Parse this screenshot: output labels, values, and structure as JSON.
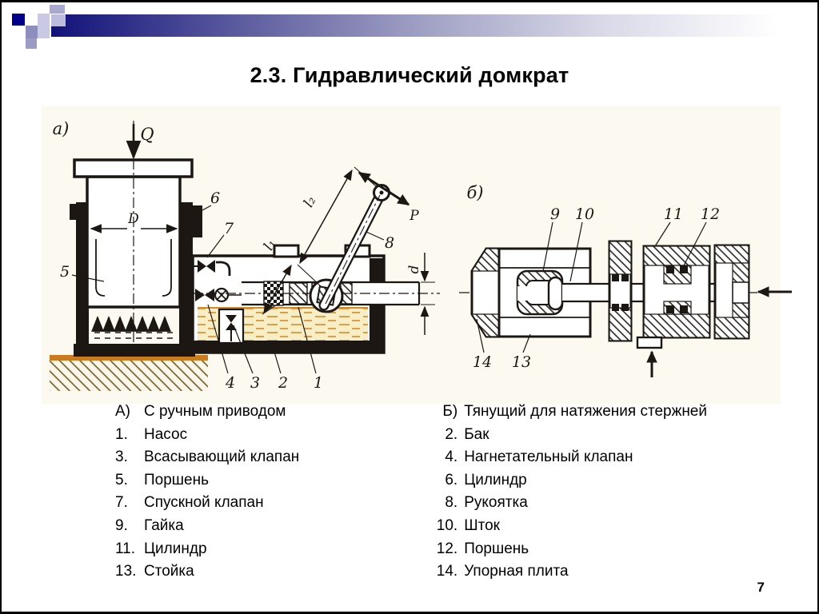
{
  "theme": {
    "accent_navy": "#12127a",
    "square_navy": "#00008b",
    "lavender_light": "#c9c9e3",
    "lavender_mid": "#a9a9cf",
    "lavender_dark": "#8d8dbf",
    "ink": "#1c1712",
    "paper_cream": "#fcf9f1",
    "fluid_yellow": "#f7eec6",
    "fluid_dash_orange": "#d58a2a",
    "ground_orange": "#c97b1e"
  },
  "slide": {
    "title": "2.3. Гидравлический домкрат",
    "page_number": "7"
  },
  "figure": {
    "panel_a": {
      "label": "а)",
      "load_label": "Q",
      "diameter_label": "D",
      "lever_short_label": "l₁",
      "lever_long_label": "l₂",
      "hand_force_label": "P",
      "rod_diameter_label": "d",
      "callouts": [
        "1",
        "2",
        "3",
        "4",
        "5",
        "6",
        "7",
        "8"
      ]
    },
    "panel_b": {
      "label": "б)",
      "callouts": [
        "9",
        "10",
        "11",
        "12",
        "13",
        "14"
      ]
    }
  },
  "legend": {
    "left": [
      {
        "num": "А)",
        "name": "С ручным приводом"
      },
      {
        "num": "1.",
        "name": "Насос"
      },
      {
        "num": "3.",
        "name": "Всасывающий клапан"
      },
      {
        "num": "5.",
        "name": "Поршень"
      },
      {
        "num": "7.",
        "name": "Спускной клапан"
      },
      {
        "num": "9.",
        "name": "Гайка"
      },
      {
        "num": "11.",
        "name": "Цилиндр"
      },
      {
        "num": "13.",
        "name": "Стойка"
      }
    ],
    "right": [
      {
        "num": "Б)",
        "name": "Тянущий для натяжения стержней"
      },
      {
        "num": "2.",
        "name": "Бак"
      },
      {
        "num": "4.",
        "name": "Нагнетательный клапан"
      },
      {
        "num": "6.",
        "name": "Цилиндр"
      },
      {
        "num": "8.",
        "name": "Рукоятка"
      },
      {
        "num": "10.",
        "name": "Шток"
      },
      {
        "num": "12.",
        "name": "Поршень"
      },
      {
        "num": "14.",
        "name": "Упорная плита"
      }
    ]
  }
}
